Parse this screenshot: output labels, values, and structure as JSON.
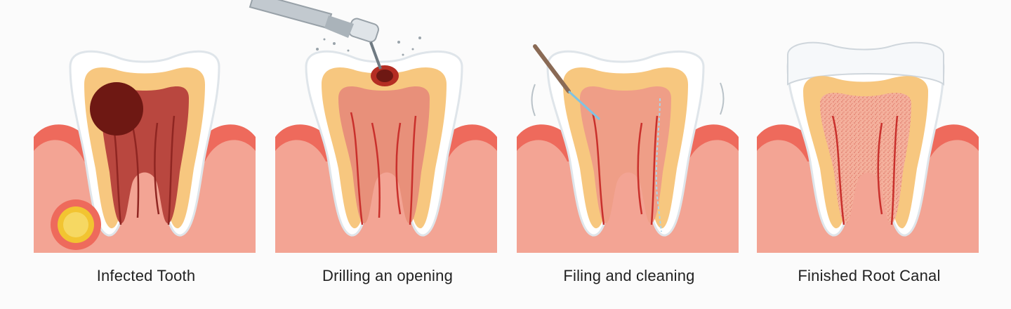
{
  "steps": [
    {
      "caption": "Infected Tooth"
    },
    {
      "caption": "Drilling an opening"
    },
    {
      "caption": "Filing and cleaning"
    },
    {
      "caption": "Finished Root Canal"
    }
  ],
  "colors": {
    "gum_top": "#ee6a5c",
    "gum_body": "#f3a494",
    "enamel": "#ffffff",
    "dentin": "#f7c77f",
    "pulp": "#e8907a",
    "infected_pulp": "#b9473f",
    "abscess": "#f2c431",
    "cavity": "#6e1813",
    "nerve": "#c9302c",
    "filling": "#f0a28c"
  },
  "icons": [
    "handpiece-drill-icon",
    "endodontic-file-icon",
    "crown-cap-icon"
  ]
}
